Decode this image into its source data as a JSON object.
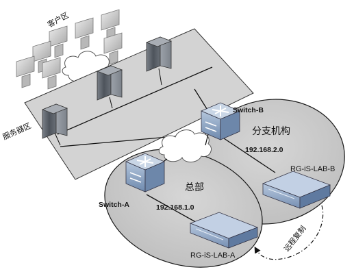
{
  "zones": {
    "client": "客户区",
    "server": "服务器区"
  },
  "sites": {
    "hq": {
      "name": "总部",
      "switch": "Switch-A",
      "subnet": "192.168.1.0",
      "device": "RG-iS-LAB-A"
    },
    "branch": {
      "name": "分支机构",
      "switch": "Switch-B",
      "subnet": "192.168.2.0",
      "device": "RG-iS-LAB-B"
    }
  },
  "link": {
    "replication": "远程复制"
  },
  "colors": {
    "ellipse_fill": "#c8c8c8",
    "ellipse_stroke": "#1a1a1a",
    "plane_fill": "#cfcfcf",
    "switch_blue": "#8fa7c6",
    "appliance_blue": "#8aa2c4",
    "server_dark": "#5a6068"
  }
}
